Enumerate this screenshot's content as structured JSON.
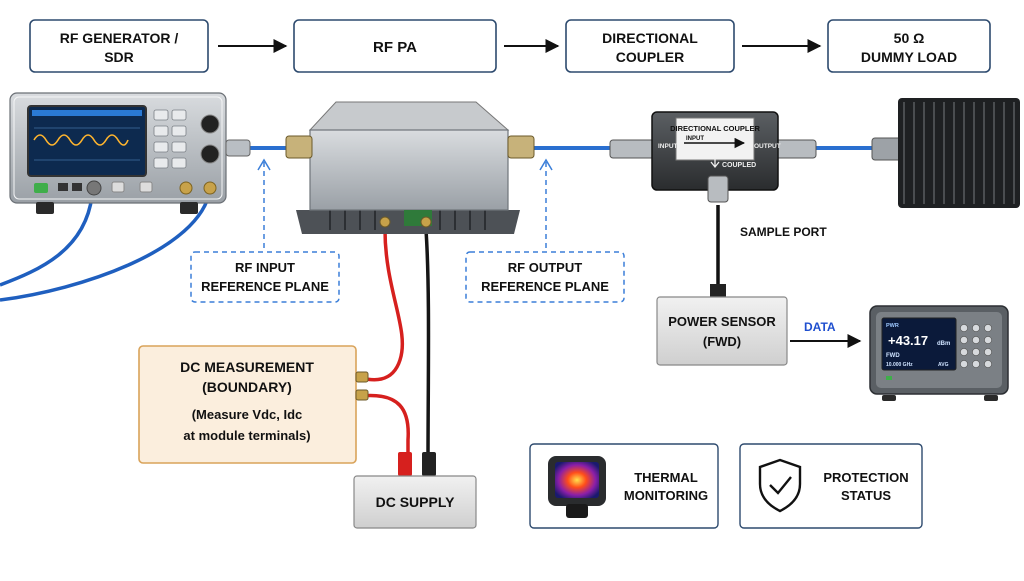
{
  "flow": {
    "gen_line1": "RF GENERATOR /",
    "gen_line2": "SDR",
    "pa": "RF PA",
    "coupler_line1": "DIRECTIONAL",
    "coupler_line2": "COUPLER",
    "load_line1": "50 Ω",
    "load_line2": "DUMMY LOAD"
  },
  "labels": {
    "rf_input_line1": "RF INPUT",
    "rf_input_line2": "REFERENCE PLANE",
    "rf_output_line1": "RF OUTPUT",
    "rf_output_line2": "REFERENCE PLANE",
    "sample_port": "SAMPLE PORT",
    "sensor_line1": "POWER SENSOR",
    "sensor_line2": "(FWD)",
    "data": "DATA",
    "dc_line1": "DC MEASUREMENT",
    "dc_line2": "(BOUNDARY)",
    "dc_line3": "(Measure Vdc, Idc",
    "dc_line4": "at module terminals)",
    "dc_supply": "DC SUPPLY",
    "thermal_line1": "THERMAL",
    "thermal_line2": "MONITORING",
    "protection_line1": "PROTECTION",
    "protection_line2": "STATUS"
  },
  "coupler_device": {
    "title": "DIRECTIONAL COUPLER",
    "input": "INPUT",
    "output": "OUTPUT",
    "coupled": "COUPLED"
  },
  "meter": {
    "reading": "+43.17",
    "unit": "dBm",
    "mode": "FWD",
    "freq": "10.000 GHz",
    "avg": "AVG",
    "brand": "PWR"
  },
  "colors": {
    "box_stroke": "#2d4a6e",
    "dashed_blue": "#3b7fd9",
    "cable_blue": "#2a6fd0",
    "dc_fill": "#fbeedd",
    "dc_stroke": "#d9a35a",
    "data_label": "#1f4fcf"
  }
}
